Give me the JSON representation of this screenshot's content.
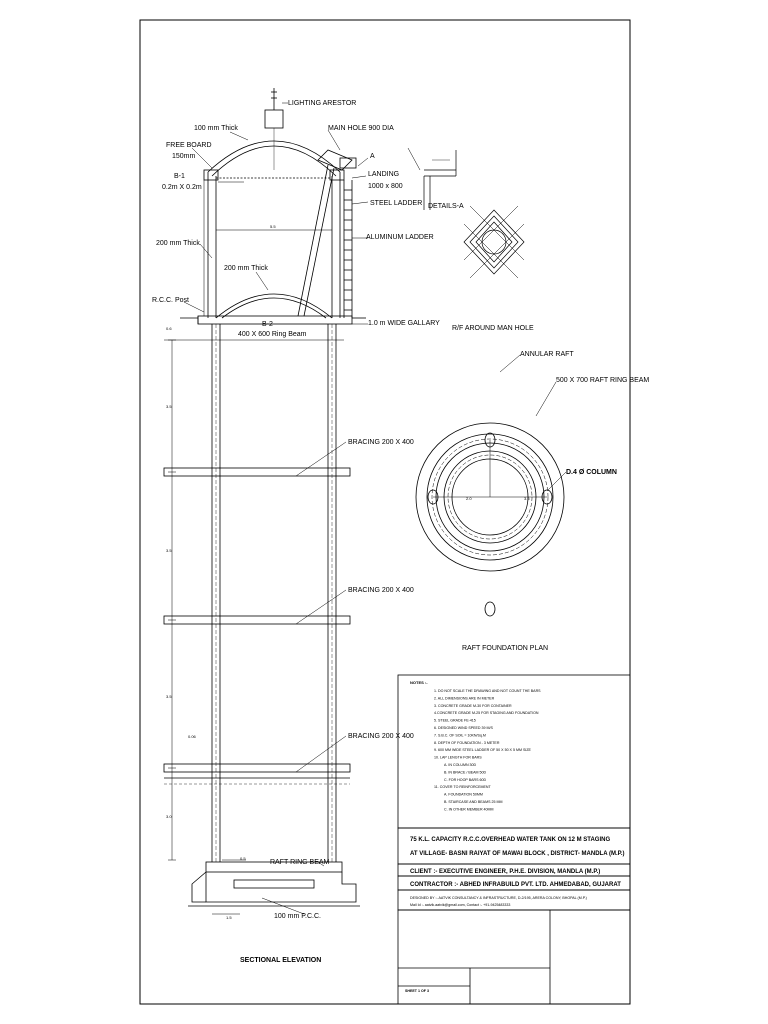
{
  "labels": {
    "lighting_arestor": "LIGHTING ARESTOR",
    "top_thick": "100 mm Thick",
    "main_hole": "MAIN HOLE 900 DIA",
    "free_board": "FREE BOARD",
    "free_board_val": "150mm",
    "a_mark": "A",
    "landing": "LANDING",
    "landing_size": "1000 x 800",
    "b1": "B-1",
    "b1_size": "0.2m X 0.2m",
    "steel_ladder": "STEEL LADDER",
    "details_a": "DETAILS-A",
    "aluminum_ladder": "ALUMINUM LADDER",
    "wall_thick": "200 mm Thick",
    "bottom_thick": "200 mm Thick",
    "rcc_post": "R.C.C. Post",
    "b2": "B-2",
    "ring_beam": "400 X 600 Ring Beam",
    "gallary": "1.0 m WIDE GALLARY",
    "rf_manhole": "R/F AROUND MAN HOLE",
    "annular_raft": "ANNULAR RAFT",
    "raft_ring_beam_size": "500 X 700 RAFT RING BEAM",
    "column": "D.4 Ø COLUMN",
    "bracing_1": "BRACING 200 X 400",
    "bracing_2": "BRACING 200 X 400",
    "bracing_3": "BRACING 200 X 400",
    "raft_plan": "RAFT FOUNDATION PLAN",
    "raft_ring_beam": "RAFT RING BEAM",
    "pcc": "100 mm P.C.C.",
    "sectional": "SECTIONAL ELEVATION"
  },
  "dims": {
    "d1": "0.6",
    "d2": "5.5",
    "d3": "2.0",
    "d4": "3.5",
    "d5": "0.5",
    "d6": "1.5",
    "d7": "0.06",
    "h1": "3.5",
    "h2": "3.5",
    "h3": "3.5",
    "h4": "3.0"
  },
  "notes": {
    "heading": "NOTES :-",
    "items": [
      "1. DO NOT SCALE THE DRAWING AND NOT COUNT THE BARS",
      "2. ALL DIMENSIONS ARE IN METER",
      "3. CONCRETE GRADE M-30 FOR CONTAINER",
      "4.CONCRETE GRADE M-25 FOR STAGING AND FOUNDATION",
      "5. STEEL GRADE FE-415",
      "6. DESIGNED WIND SPEED 39 M/S",
      "7. S.B.C. OF SOIL = 10KN/Sq.M",
      "8. DEPTH OF FOUNDATION - 3 METER",
      "9. 600 MM WIDE STEEL LADDER OF 50 X 50 X 5 MM SIZE",
      "10. LAP LENGTH FOR BARS",
      "A. IN COLUMN 30D",
      "B. IN BRACE / BEAM 50D",
      "C. FOR HOOP BARS 60D",
      "11. COVER TO REINFORCEMENT",
      "A. FOUNDATION 50MM",
      "B. STAIRCASE AND BEAMS 25 MM",
      "C. IN OTHER MEMBER 40MM"
    ]
  },
  "title_block": {
    "project_1": "75 K.L. CAPACITY R.C.C.OVERHEAD WATER TANK ON 12 M STAGING",
    "project_2": "AT VILLAGE- BASNI RAIYAT OF MAWAI BLOCK , DISTRICT- MANDLA (M.P.)",
    "client": "CLIENT :- EXECUTIVE ENGINEER, P.H.E. DIVISION, MANDLA (M.P.)",
    "contractor": "CONTRACTOR :- ABHED INFRABUILD PVT. LTD. AHMEDABAD, GUJARAT",
    "designer_1": "DESIGNED BY :- AATVIK CONSULTANCY & INFRASTRUCTURE, D-2/195, ARERA COLONY, BHOPAL (M.P.)",
    "designer_2": "Mail Id :- aatvik.aatvik@gmail.com, Contact :- +91-9425483333",
    "sheet": "SHEET 1 OF 3"
  }
}
